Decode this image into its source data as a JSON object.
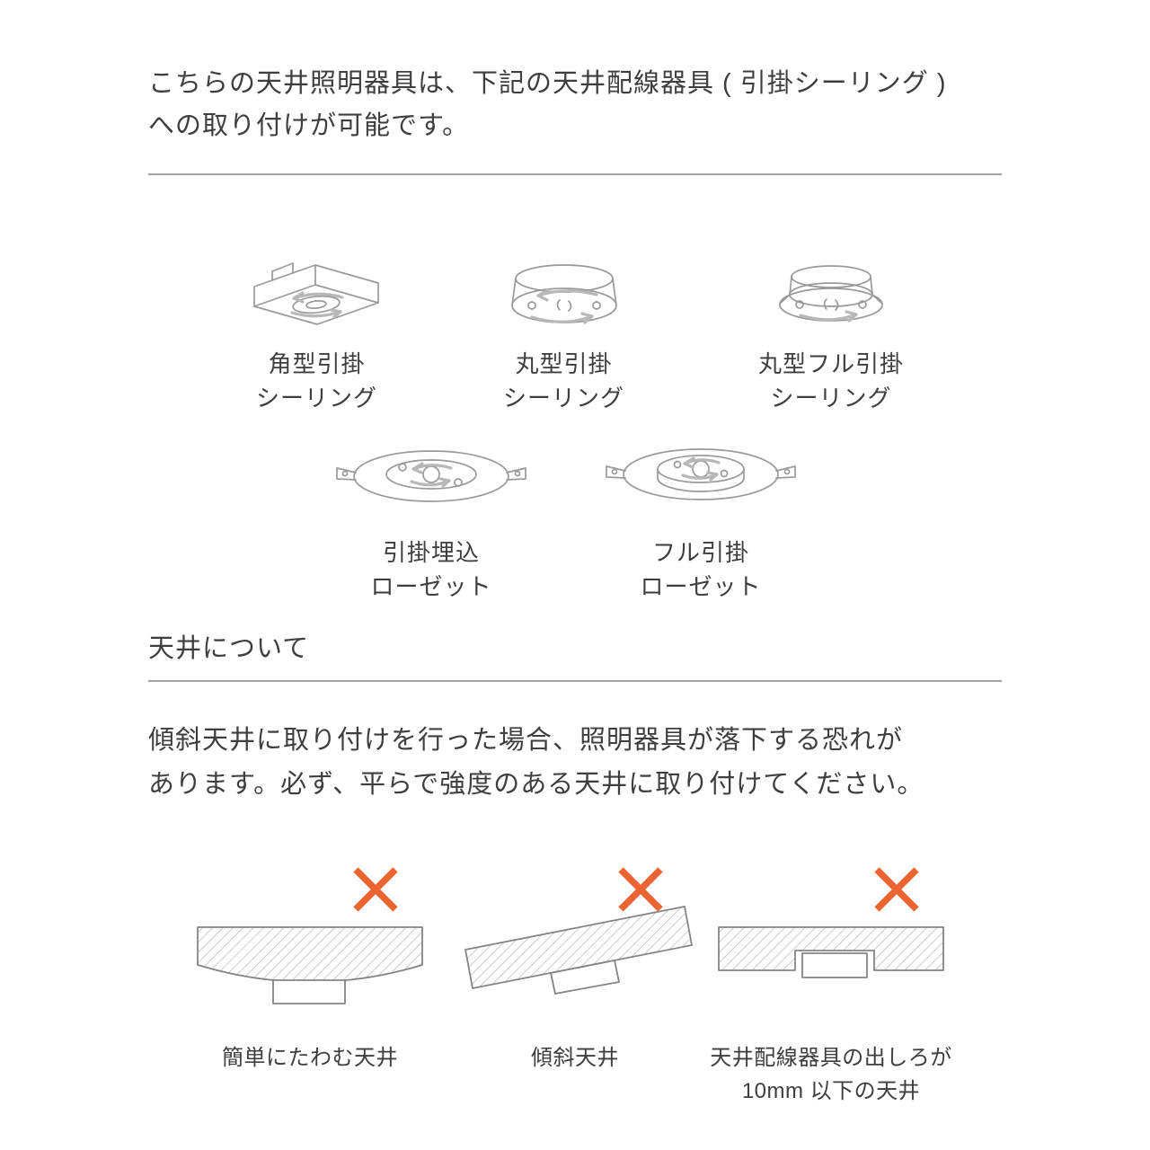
{
  "intro": {
    "line1": "こちらの天井照明器具は、下記の天井配線器具 ( 引掛シーリング )",
    "line2": "への取り付けが可能です。"
  },
  "fixtures": {
    "row1": [
      {
        "icon": "square-hook-ceiling-illustration",
        "label_line1": "角型引掛",
        "label_line2": "シーリング"
      },
      {
        "icon": "round-hook-ceiling-illustration",
        "label_line1": "丸型引掛",
        "label_line2": "シーリング"
      },
      {
        "icon": "round-full-hook-ceiling-illustration",
        "label_line1": "丸型フル引掛",
        "label_line2": "シーリング"
      }
    ],
    "row2": [
      {
        "icon": "embedded-hook-rosette-illustration",
        "label_line1": "引掛埋込",
        "label_line2": "ローゼット"
      },
      {
        "icon": "full-hook-rosette-illustration",
        "label_line1": "フル引掛",
        "label_line2": "ローゼット"
      }
    ]
  },
  "ceiling_section": {
    "heading": "天井について",
    "warning_line1": "傾斜天井に取り付けを行った場合、照明器具が落下する恐れが",
    "warning_line2": "あります。必ず、平らで強度のある天井に取り付けてください。"
  },
  "bad_ceilings": [
    {
      "icon": "sagging-ceiling-illustration",
      "label_line1": "簡単にたわむ天井",
      "label_line2": ""
    },
    {
      "icon": "sloped-ceiling-illustration",
      "label_line1": "傾斜天井",
      "label_line2": ""
    },
    {
      "icon": "shallow-protrusion-ceiling-illustration",
      "label_line1": "天井配線器具の出しろが",
      "label_line2": "10mm 以下の天井"
    }
  ],
  "colors": {
    "text": "#3e3e3e",
    "line_art": "#9a9a9a",
    "divider": "#a3a3a3",
    "x_mark": "#eb6532"
  }
}
